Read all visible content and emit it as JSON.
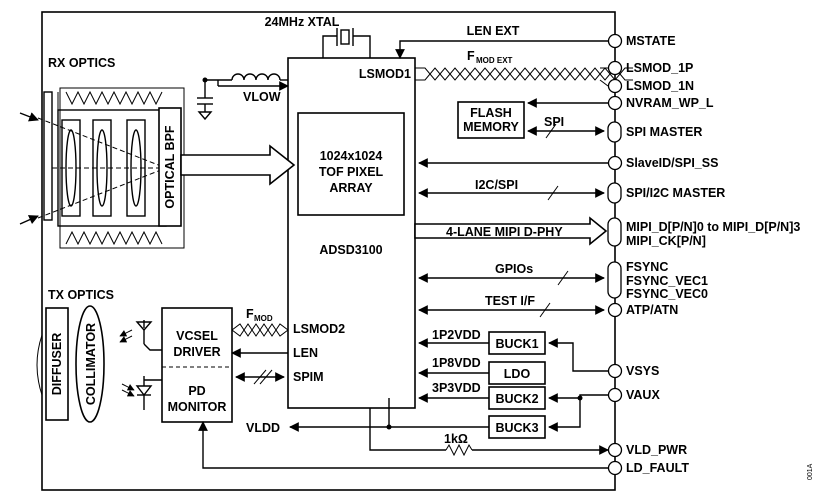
{
  "labels": {
    "xtal": "24MHz XTAL",
    "rx_optics": "RX OPTICS",
    "tx_optics": "TX OPTICS",
    "optical_bpf": "OPTICAL BPF",
    "vlow": "VLOW",
    "lsmod1": "LSMOD1",
    "lsmod2": "LSMOD2",
    "len": "LEN",
    "spim": "SPIM",
    "array_line1": "1024x1024",
    "array_line2": "TOF PIXEL",
    "array_line3": "ARRAY",
    "chip": "ADSD3100",
    "flash_line1": "FLASH",
    "flash_line2": "MEMORY",
    "spi": "SPI",
    "vcsel_line1": "VCSEL",
    "vcsel_line2": "DRIVER",
    "pd_line1": "PD",
    "pd_line2": "MONITOR",
    "diffuser": "DIFFUSER",
    "collimator": "COLLIMATOR",
    "fmod_ext_main": "F",
    "fmod_ext_sub": "MOD EXT",
    "fmod_main": "F",
    "fmod_sub": "MOD",
    "len_ext": "LEN EXT",
    "i2c_spi": "I2C/SPI",
    "mipi_lane": "4-LANE MIPI D-PHY",
    "gpios": "GPIOs",
    "test_if": "TEST I/F",
    "r1p2": "1P2VDD",
    "r1p8": "1P8VDD",
    "r3p3": "3P3VDD",
    "buck1": "BUCK1",
    "ldo": "LDO",
    "buck2": "BUCK2",
    "buck3": "BUCK3",
    "vldd": "VLDD",
    "res": "1kΩ",
    "figure_id": "001A"
  },
  "pins": {
    "mstate": "MSTATE",
    "lsmod_1p": "LSMOD_1P",
    "lsmod_1n": "LSMOD_1N",
    "nvram": "NVRAM_WP_L",
    "spi_master": "SPI MASTER",
    "slaveid": "SlaveID/SPI_SS",
    "spi_i2c": "SPI/I2C MASTER",
    "mipi_d": "MIPI_D[P/N]0 to MIPI_D[P/N]3",
    "mipi_ck": "MIPI_CK[P/N]",
    "fsync": "FSYNC",
    "fsync1": "FSYNC_VEC1",
    "fsync0": "FSYNC_VEC0",
    "atp": "ATP/ATN",
    "vsys": "VSYS",
    "vaux": "VAUX",
    "vld_pwr": "VLD_PWR",
    "ld_fault": "LD_FAULT"
  }
}
